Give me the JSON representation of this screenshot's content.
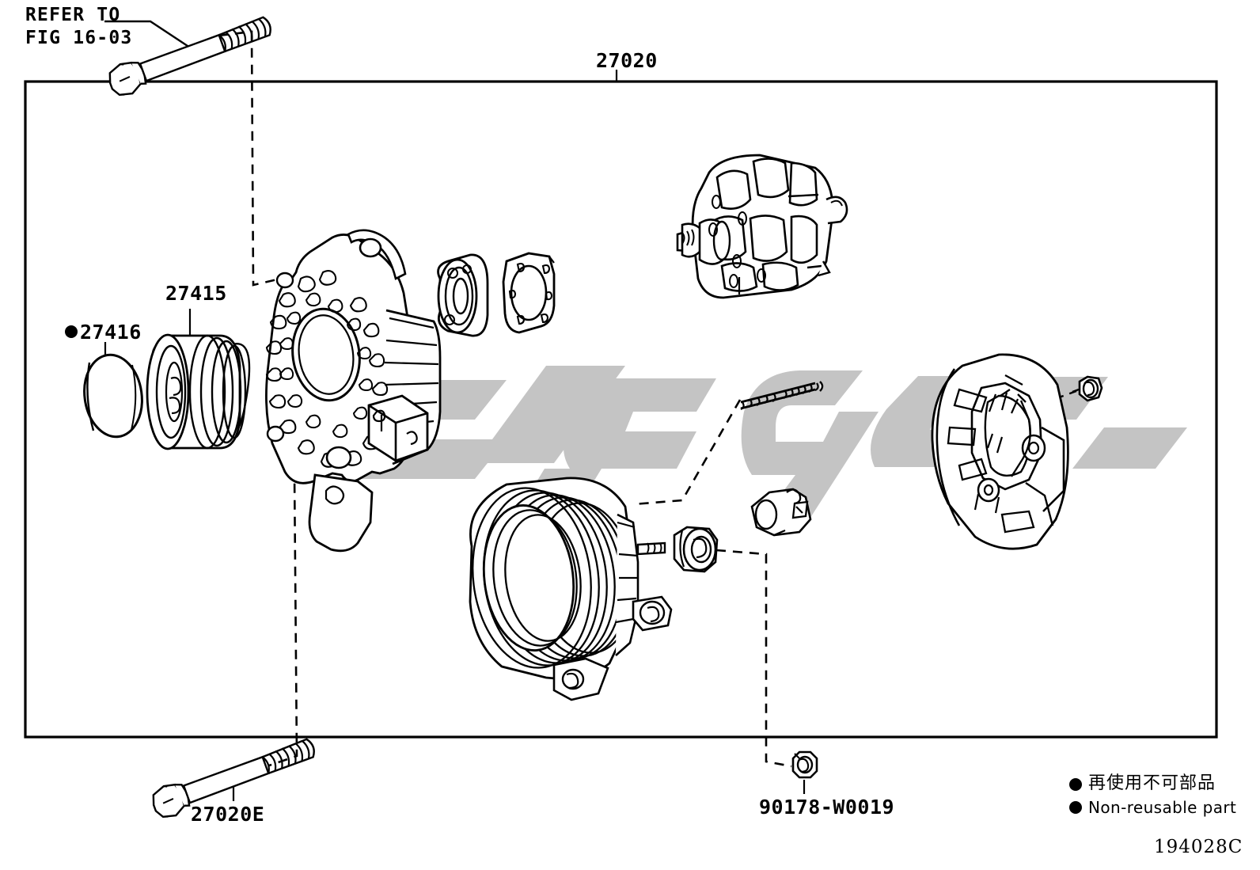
{
  "figure": {
    "id": "194028C",
    "assembly_number": "27020",
    "title_label": "27020"
  },
  "labels": {
    "refer_to_line1": "REFER TO",
    "refer_to_line2": "FIG 16-03",
    "pulley": "27415",
    "pulley_cap": "27416",
    "bolt_bottom": "27020E",
    "nut": "90178-W0019",
    "assembly": "27020"
  },
  "legend": {
    "japanese": "再使用不可部品",
    "english": "Non-reusable part",
    "marker": "filled-circle"
  },
  "parts": [
    {
      "name": "mounting-bolt-upper",
      "callout": "REFER TO FIG 16-03",
      "type": "flange-bolt"
    },
    {
      "name": "pulley-cap",
      "callout": "27416",
      "type": "cap",
      "non_reusable": true
    },
    {
      "name": "drive-pulley",
      "callout": "27415",
      "type": "serpentine-pulley"
    },
    {
      "name": "drive-end-frame",
      "callout": "",
      "type": "housing"
    },
    {
      "name": "bearing",
      "callout": "",
      "type": "ball-bearing"
    },
    {
      "name": "bearing-retainer-plate",
      "callout": "",
      "type": "retainer"
    },
    {
      "name": "rotor-assembly",
      "callout": "",
      "type": "rotor"
    },
    {
      "name": "stator-coil",
      "callout": "",
      "type": "stator"
    },
    {
      "name": "through-bolt",
      "callout": "",
      "type": "long-bolt"
    },
    {
      "name": "terminal-nut",
      "callout": "",
      "type": "nut"
    },
    {
      "name": "connector-housing",
      "callout": "",
      "type": "connector"
    },
    {
      "name": "rear-end-cover",
      "callout": "",
      "type": "cover"
    },
    {
      "name": "cover-nut",
      "callout": "",
      "type": "small-nut"
    },
    {
      "name": "terminal-nut-callout",
      "callout": "90178-W0019",
      "type": "nut"
    },
    {
      "name": "mounting-bolt-lower",
      "callout": "27020E",
      "type": "flange-bolt"
    }
  ],
  "colors": {
    "line": "#000000",
    "background": "#ffffff",
    "watermark": "#c3c3c3"
  }
}
